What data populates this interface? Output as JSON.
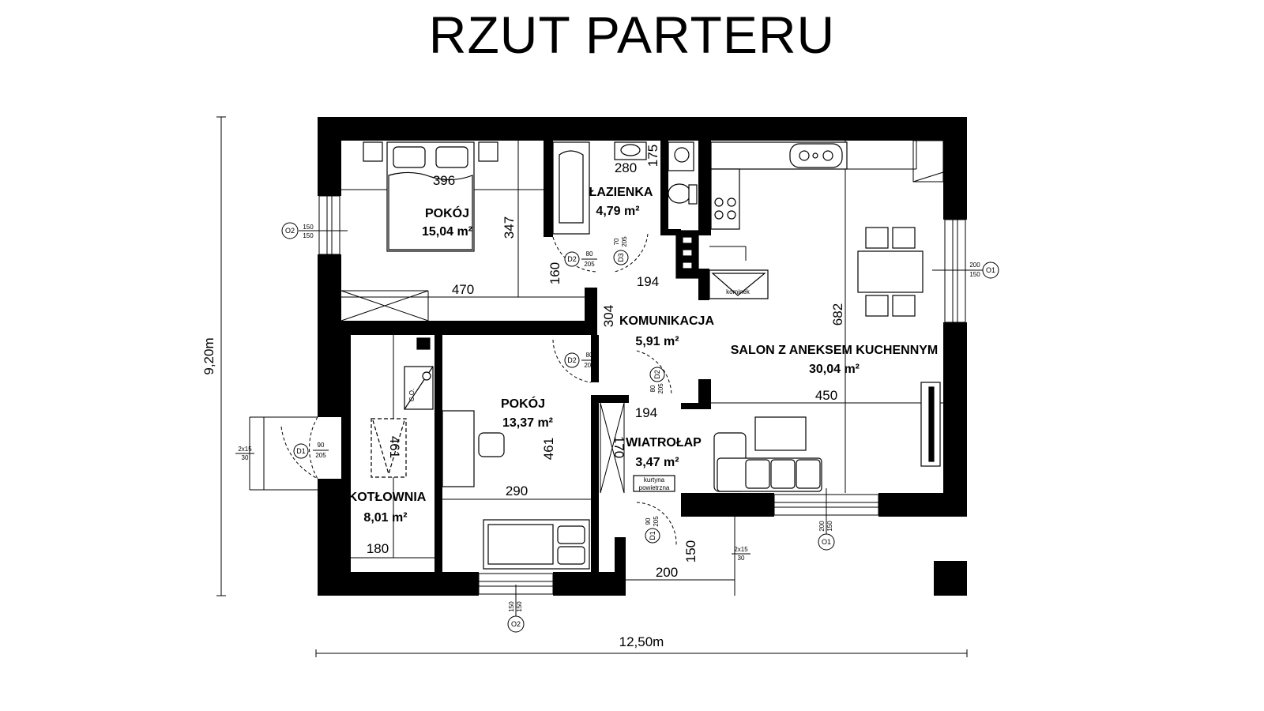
{
  "title": "RZUT PARTERU",
  "overall": {
    "height": "9,20m",
    "width": "12,50m"
  },
  "rooms": [
    {
      "name": "POKÓJ",
      "area": "15,04 m²"
    },
    {
      "name": "ŁAZIENKA",
      "area": "4,79 m²"
    },
    {
      "name": "KOMUNIKACJA",
      "area": "5,91 m²"
    },
    {
      "name": "SALON Z ANEKSEM KUCHENNYM",
      "area": "30,04 m²"
    },
    {
      "name": "POKÓJ",
      "area": "13,37 m²"
    },
    {
      "name": "WIATROŁAP",
      "area": "3,47 m²"
    },
    {
      "name": "KOTŁOWNIA",
      "area": "8,01 m²"
    }
  ],
  "dims": {
    "d396": "396",
    "d347": "347",
    "d470": "470",
    "d160": "160",
    "d280": "280",
    "d175": "175",
    "d194a": "194",
    "d304": "304",
    "d682": "682",
    "d450": "450",
    "d194b": "194",
    "d170": "170",
    "d461a": "461",
    "d461b": "461",
    "d290": "290",
    "d180": "180",
    "d200": "200",
    "d150": "150"
  },
  "windows": {
    "o2_left": {
      "code": "O2",
      "w": "150",
      "h": "150"
    },
    "o1_right": {
      "code": "O1",
      "w": "200",
      "h": "150"
    },
    "o1_bottom": {
      "code": "O1",
      "w": "200",
      "h": "150"
    },
    "o2_bottom": {
      "code": "O2",
      "w": "150",
      "h": "150"
    }
  },
  "doors": {
    "d1_left": {
      "code": "D1",
      "w": "90",
      "h": "205"
    },
    "d2_top": {
      "code": "D2",
      "w": "80",
      "h": "205"
    },
    "d3": {
      "code": "D3",
      "w": "70",
      "h": "205"
    },
    "d2_mid": {
      "code": "D2",
      "w": "80",
      "h": "205"
    },
    "d2_vert": {
      "code": "D2",
      "w": "80",
      "h": "205"
    },
    "d1_bottom": {
      "code": "D1",
      "w": "90",
      "h": "205"
    }
  },
  "steps": {
    "left": "2x15",
    "left_b": "30",
    "right": "2x15",
    "right_b": "30"
  },
  "labels": {
    "kominek": "kominek",
    "kurtyna": "kurtyna",
    "powietrzna": "powietrzna",
    "co": "C.O."
  }
}
